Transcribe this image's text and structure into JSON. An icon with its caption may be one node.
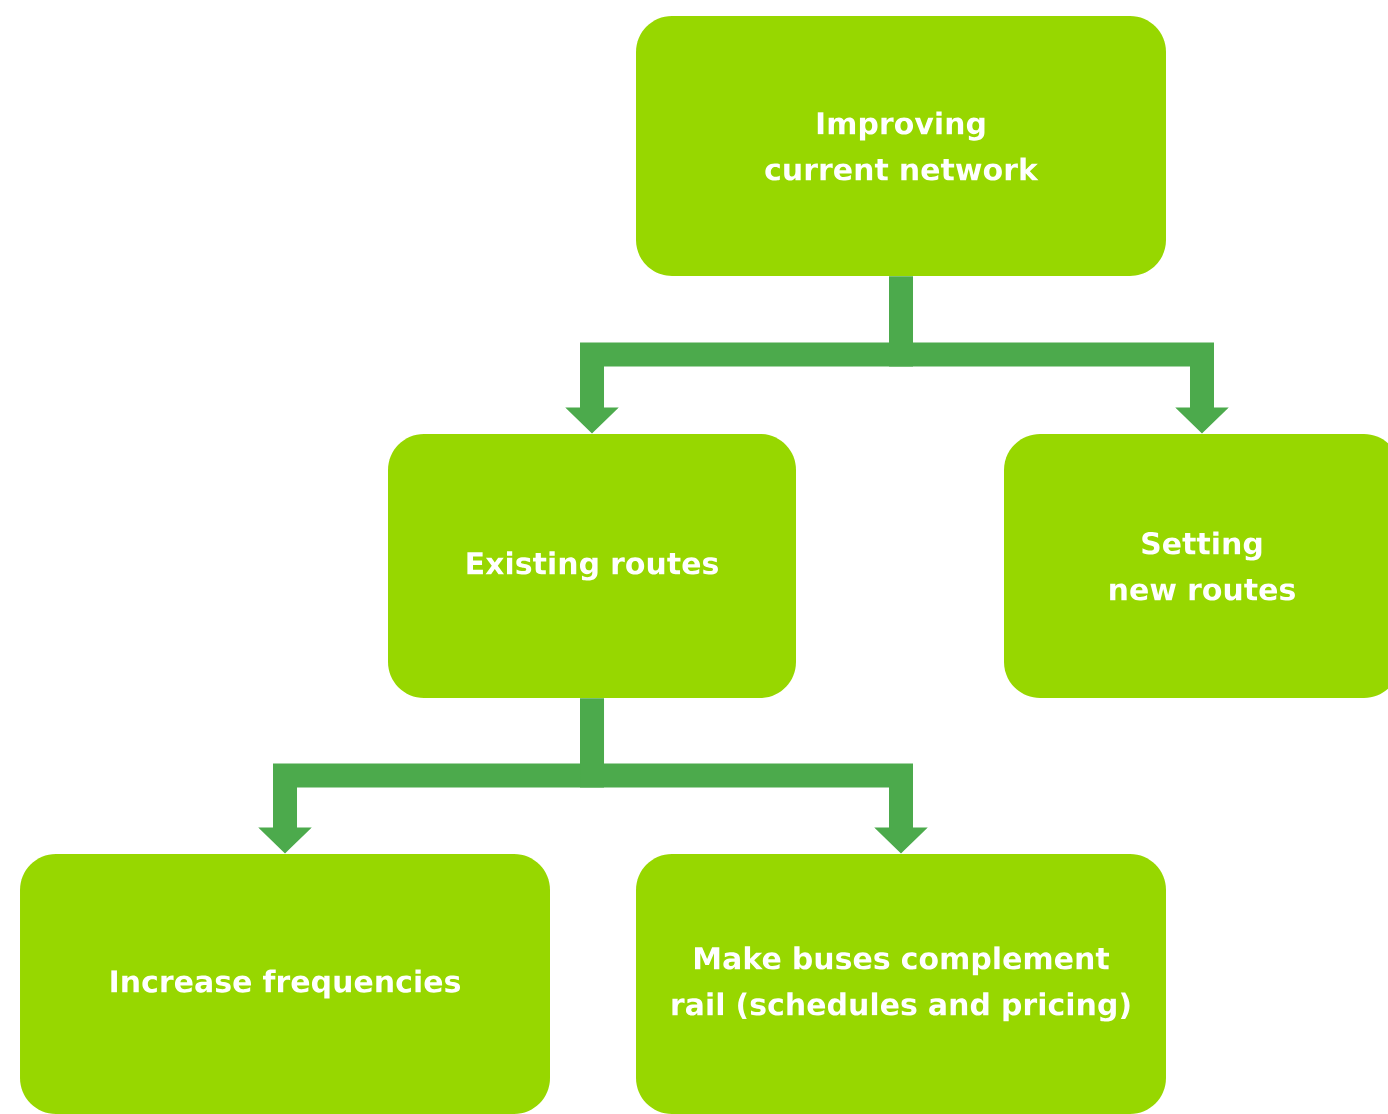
{
  "diagram": {
    "nodes": [
      {
        "text": [
          "Improving current network"
        ]
      },
      {
        "text": [
          "Existing routes"
        ]
      },
      {
        "text": [
          "Setting new routes"
        ]
      },
      {
        "text": [
          "Increase frequencies"
        ]
      },
      {
        "text": [
          "Make buses complement rail (schedules and pricing)"
        ]
      }
    ],
    "edges": [
      {
        "from": 0,
        "to": 1,
        "arrow": "to"
      },
      {
        "from": 0,
        "to": 2,
        "arrow": "to"
      },
      {
        "from": 1,
        "to": 3,
        "arrow": "to"
      },
      {
        "from": 1,
        "to": 4,
        "arrow": "to"
      }
    ]
  }
}
